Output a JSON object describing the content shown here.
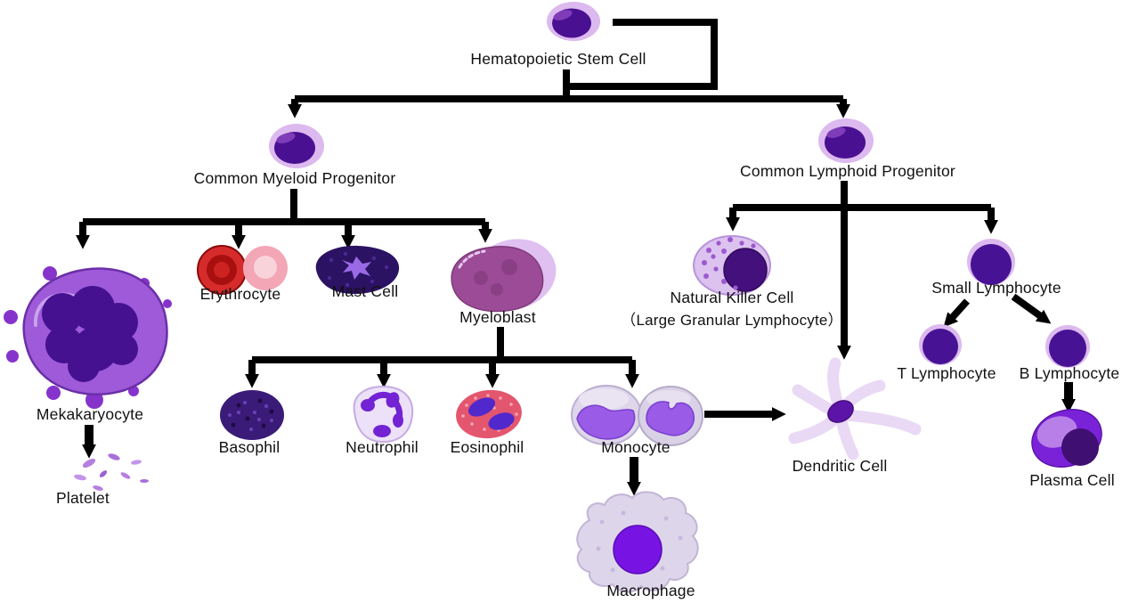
{
  "nodes": {
    "hsc": {
      "label": "Hematopoietic Stem Cell"
    },
    "cmp": {
      "label": "Common Myeloid Progenitor"
    },
    "clp": {
      "label": "Common Lymphoid Progenitor"
    },
    "megakaryocyte": {
      "label": "Mekakaryocyte"
    },
    "platelet": {
      "label": "Platelet"
    },
    "erythrocyte": {
      "label": "Erythrocyte"
    },
    "mast_cell": {
      "label": "Mast Cell"
    },
    "myeloblast": {
      "label": "Myeloblast"
    },
    "basophil": {
      "label": "Basophil"
    },
    "neutrophil": {
      "label": "Neutrophil"
    },
    "eosinophil": {
      "label": "Eosinophil"
    },
    "monocyte": {
      "label": "Monocyte"
    },
    "macrophage": {
      "label": "Macrophage"
    },
    "dendritic": {
      "label": "Dendritic Cell"
    },
    "nk": {
      "label": "Natural Killer Cell",
      "sublabel": "（Large Granular Lymphocyte）"
    },
    "small_lymphocyte": {
      "label": "Small Lymphocyte"
    },
    "t_lymphocyte": {
      "label": "T Lymphocyte"
    },
    "b_lymphocyte": {
      "label": "B Lymphocyte"
    },
    "plasma_cell": {
      "label": "Plasma Cell"
    }
  },
  "colors": {
    "background": "#ffffff",
    "connector": "#000000",
    "text": "#111111",
    "cell_outer_lavender": "#dcc0ee",
    "cell_nucleus_purple": "#4a1092",
    "megakaryocyte_body": "#9e5ad8",
    "erythrocyte_red": "#d62b2b",
    "erythrocyte_pink": "#f2a6b6",
    "mast_cell_dark": "#2c1263",
    "basophil_dark": "#3b1b78",
    "eosinophil_pink": "#e4556e",
    "neutrophil_nucleus_violet": "#7322d4",
    "monocyte_body": "#ded7ea",
    "macrophage_nucleus": "#7714e4",
    "dendritic_arm_lavender": "#e9d9f5",
    "plasma_violet": "#7a22d8"
  }
}
